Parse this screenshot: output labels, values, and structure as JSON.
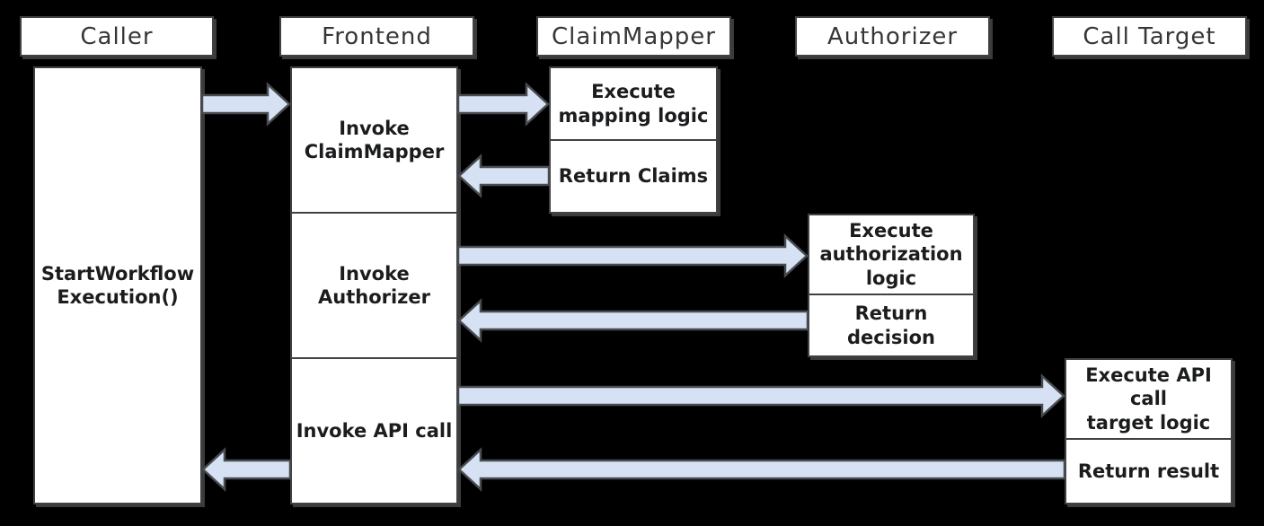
{
  "diagram": {
    "colors": {
      "background": "#000000",
      "box_fill": "#ffffff",
      "box_border": "#3f4245",
      "arrow_fill": "#d6e2f3",
      "arrow_stroke": "#484b4f",
      "header_text": "#353638",
      "node_text": "#1b1c1e"
    },
    "lanes": [
      {
        "title": "Caller"
      },
      {
        "title": "Frontend"
      },
      {
        "title": "ClaimMapper"
      },
      {
        "title": "Authorizer"
      },
      {
        "title": "Call Target"
      }
    ],
    "nodes": {
      "caller_activity": "StartWorkflow\nExecution()",
      "frontend_invoke_claimmapper": "Invoke\nClaimMapper",
      "frontend_invoke_authorizer": "Invoke\nAuthorizer",
      "frontend_invoke_api_call": "Invoke API call",
      "claimmapper_execute": "Execute\nmapping logic",
      "claimmapper_return": "Return Claims",
      "authorizer_execute": "Execute\nauthorization\nlogic",
      "authorizer_return": "Return decision",
      "calltarget_execute": "Execute API call\ntarget logic",
      "calltarget_return": "Return result"
    },
    "edges": [
      {
        "from": "Caller",
        "to": "Frontend",
        "direction": "right"
      },
      {
        "from": "Frontend",
        "to": "ClaimMapper",
        "direction": "right"
      },
      {
        "from": "ClaimMapper",
        "to": "Frontend",
        "direction": "left"
      },
      {
        "from": "Frontend",
        "to": "Authorizer",
        "direction": "right"
      },
      {
        "from": "Authorizer",
        "to": "Frontend",
        "direction": "left"
      },
      {
        "from": "Frontend",
        "to": "Call Target",
        "direction": "right"
      },
      {
        "from": "Call Target",
        "to": "Frontend",
        "direction": "left"
      },
      {
        "from": "Frontend",
        "to": "Caller",
        "direction": "left"
      }
    ]
  }
}
